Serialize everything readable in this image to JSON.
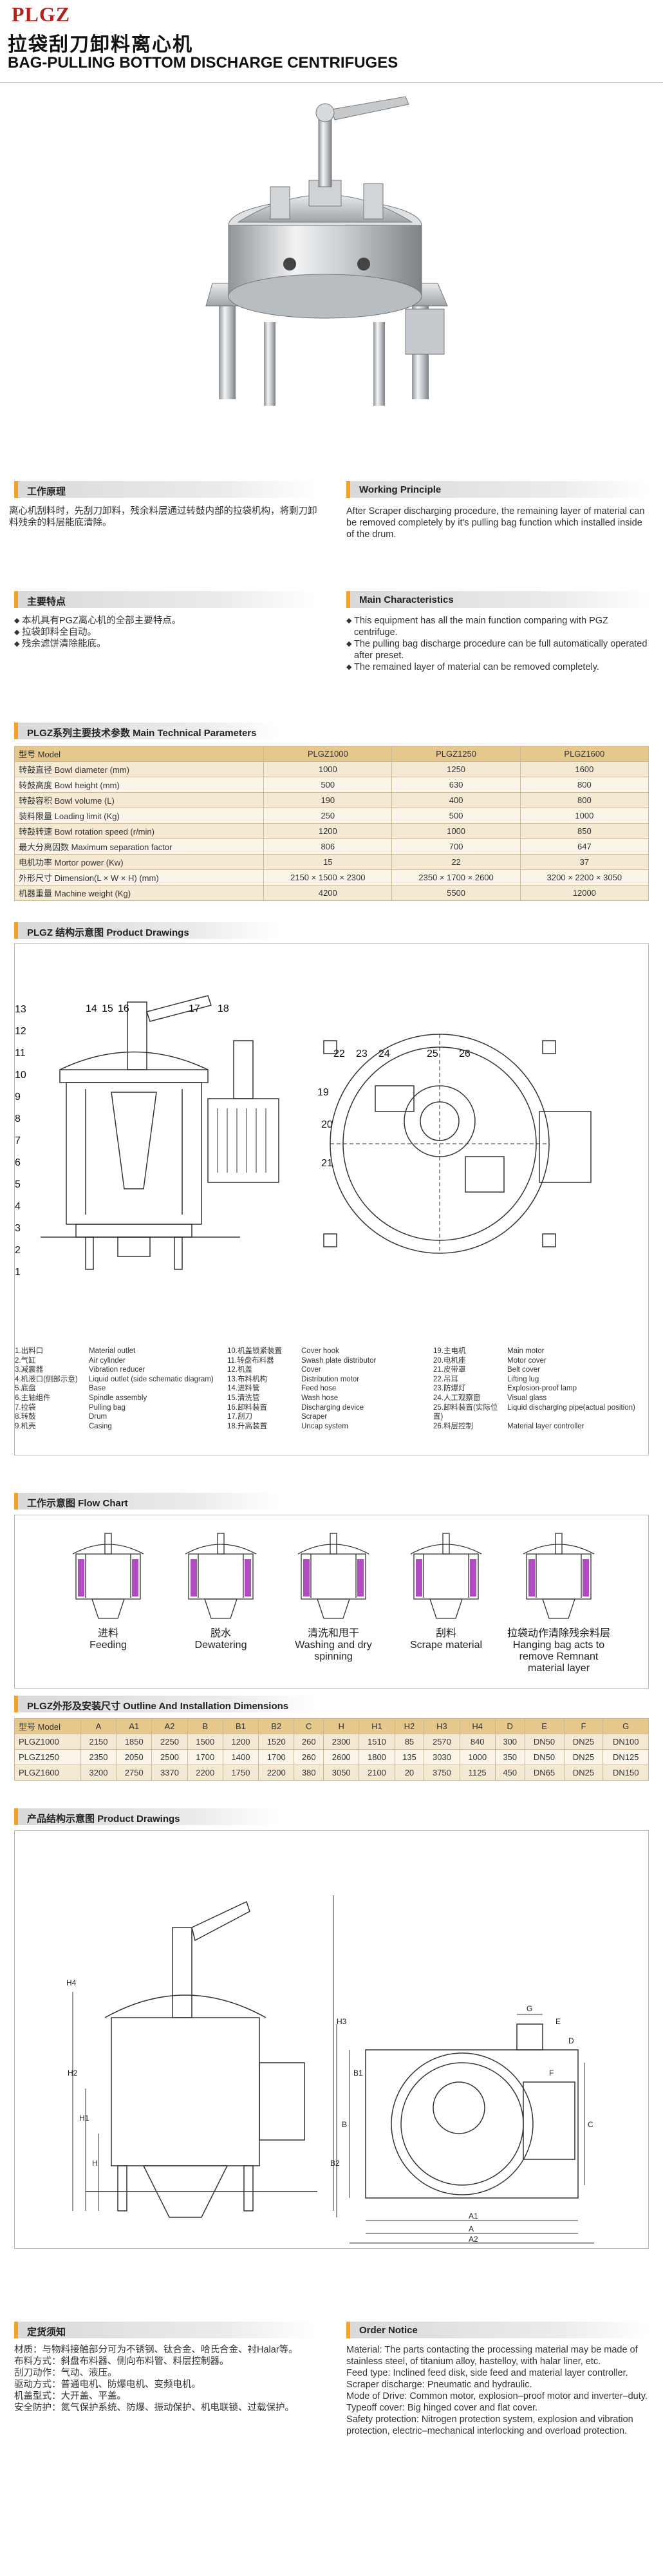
{
  "header": {
    "brand": "PLGZ",
    "title_cn": "拉袋刮刀卸料离心机",
    "title_en": "BAG-PULLING BOTTOM DISCHARGE CENTRIFUGES"
  },
  "colors": {
    "accent": "#f2a22a",
    "brand": "#b3211f",
    "table_header": "#e7c88c"
  },
  "working_principle": {
    "title_cn": "工作原理",
    "title_en": "Working Principle",
    "text_cn": "离心机刮料时，先刮刀卸料，残余料层通过转鼓内部的拉袋机构，将剩刀卸料残余的料层能底清除。",
    "text_en": "After Scraper discharging procedure, the remaining layer of material can be removed completely by it's pulling bag function which installed inside of the drum."
  },
  "main_characteristics": {
    "title_cn": "主要特点",
    "title_en": "Main Characteristics",
    "items_cn": [
      "本机具有PGZ离心机的全部主要特点。",
      "拉袋卸料全自动。",
      "残余滤饼清除能底。"
    ],
    "items_en": [
      "This equipment has all the main function comparing with PGZ centrifuge.",
      "The pulling bag discharge procedure can be full automatically operated after preset.",
      "The remained layer of material can be removed completely."
    ]
  },
  "tech_params": {
    "title": "PLGZ系列主要技术参数 Main Technical Parameters",
    "header": [
      "型号 Model",
      "PLGZ1000",
      "PLGZ1250",
      "PLGZ1600"
    ],
    "rows": [
      [
        "转鼓直径 Bowl diameter (mm)",
        "1000",
        "1250",
        "1600"
      ],
      [
        "转鼓高度 Bowl height (mm)",
        "500",
        "630",
        "800"
      ],
      [
        "转鼓容积 Bowl volume (L)",
        "190",
        "400",
        "800"
      ],
      [
        "装料限量 Loading limit (Kg)",
        "250",
        "500",
        "1000"
      ],
      [
        "转鼓转速 Bowl rotation speed (r/min)",
        "1200",
        "1000",
        "850"
      ],
      [
        "最大分离因数 Maximum separation factor",
        "806",
        "700",
        "647"
      ],
      [
        "电机功率 Mortor power (Kw)",
        "15",
        "22",
        "37"
      ],
      [
        "外形尺寸 Dimension(L × W × H) (mm)",
        "2150 × 1500 × 2300",
        "2350 × 1700 × 2600",
        "3200 × 2200 × 3050"
      ],
      [
        "机器重量 Machine weight (Kg)",
        "4200",
        "5500",
        "12000"
      ]
    ]
  },
  "structure": {
    "title": "PLGZ 结构示意图 Product Drawings",
    "side_numbers": [
      "13",
      "12",
      "11",
      "10",
      "9",
      "8",
      "7",
      "6",
      "5",
      "4",
      "3",
      "2",
      "1"
    ],
    "top_numbers": [
      "14",
      "15",
      "16",
      "17",
      "18"
    ],
    "right_numbers": [
      "19",
      "20",
      "21"
    ],
    "plan_numbers": [
      "22",
      "23",
      "24",
      "25",
      "26"
    ],
    "legend_col1": [
      [
        "1.出料口",
        "Material outlet"
      ],
      [
        "2.气缸",
        "Air cylinder"
      ],
      [
        "3.减震器",
        "Vibration reducer"
      ],
      [
        "4.机液口(侧部示意)",
        "Liquid outlet (side schematic diagram)"
      ],
      [
        "5.底盘",
        "Base"
      ],
      [
        "6.主轴组件",
        "Spindle assembly"
      ],
      [
        "7.拉袋",
        "Pulling bag"
      ],
      [
        "8.转鼓",
        "Drum"
      ],
      [
        "9.机壳",
        "Casing"
      ]
    ],
    "legend_col2": [
      [
        "10.机盖锁紧装置",
        "Cover hook"
      ],
      [
        "11.转盘布料器",
        "Swash plate distributor"
      ],
      [
        "12.机盖",
        "Cover"
      ],
      [
        "13.布料机构",
        "Distribution motor"
      ],
      [
        "14.进料管",
        "Feed hose"
      ],
      [
        "15.清洗管",
        "Wash hose"
      ],
      [
        "16.卸料装置",
        "Discharging device"
      ],
      [
        "17.刮刀",
        "Scraper"
      ],
      [
        "18.升高装置",
        "Uncap system"
      ]
    ],
    "legend_col3": [
      [
        "19.主电机",
        "Main motor"
      ],
      [
        "20.电机座",
        "Motor cover"
      ],
      [
        "21.皮带罩",
        "Belt cover"
      ],
      [
        "22.吊耳",
        "Lifting lug"
      ],
      [
        "23.防爆灯",
        "Explosion-proof lamp"
      ],
      [
        "24.人工观察窗",
        "Visual glass"
      ],
      [
        "25.卸料装置(实际位置)",
        "Liquid discharging pipe(actual position)"
      ],
      [
        "26.料层控制",
        "Material layer controller"
      ]
    ]
  },
  "flow_chart": {
    "title": "工作示意图 Flow Chart",
    "steps": [
      {
        "cn": "进料",
        "en": "Feeding"
      },
      {
        "cn": "脱水",
        "en": "Dewatering"
      },
      {
        "cn": "清洗和甩干",
        "en": "Washing and dry spinning"
      },
      {
        "cn": "刮料",
        "en": "Scrape material"
      },
      {
        "cn": "拉袋动作清除残余料层",
        "en": "Hanging bag acts to remove Remnant material layer"
      }
    ]
  },
  "dimensions": {
    "title": "PLGZ外形及安装尺寸 Outline And Installation Dimensions",
    "header": [
      "型号 Model",
      "A",
      "A1",
      "A2",
      "B",
      "B1",
      "B2",
      "C",
      "H",
      "H1",
      "H2",
      "H3",
      "H4",
      "D",
      "E",
      "F",
      "G"
    ],
    "rows": [
      [
        "PLGZ1000",
        "2150",
        "1850",
        "2250",
        "1500",
        "1200",
        "1520",
        "260",
        "2300",
        "1510",
        "85",
        "2570",
        "840",
        "300",
        "DN50",
        "DN25",
        "DN100"
      ],
      [
        "PLGZ1250",
        "2350",
        "2050",
        "2500",
        "1700",
        "1400",
        "1700",
        "260",
        "2600",
        "1800",
        "135",
        "3030",
        "1000",
        "350",
        "DN50",
        "DN25",
        "DN125"
      ],
      [
        "PLGZ1600",
        "3200",
        "2750",
        "3370",
        "2200",
        "1750",
        "2200",
        "380",
        "3050",
        "2100",
        "20",
        "3750",
        "1125",
        "450",
        "DN65",
        "DN25",
        "DN150"
      ]
    ]
  },
  "product_drawings": {
    "title": "产品结构示意图 Product Drawings",
    "dim_labels": [
      "H4",
      "H3",
      "H2",
      "H1",
      "H",
      "A",
      "A1",
      "A2",
      "B",
      "B1",
      "B2",
      "C",
      "G",
      "E",
      "D",
      "F"
    ]
  },
  "order_notice": {
    "title_cn": "定货须知",
    "title_en": "Order Notice",
    "lines_cn": [
      "材质：与物料接触部分可为不锈钢、钛合金、哈氏合金、衬Halar等。",
      "布料方式：斜盘布料器、侧向布料管、料层控制器。",
      "刮刀动作：气动、液压。",
      "驱动方式：普通电机、防爆电机、变频电机。",
      "机盖型式：大开盖、平盖。",
      "安全防护：氮气保护系统、防爆、振动保护、机电联锁、过载保护。"
    ],
    "lines_en": [
      "Material: The parts contacting the processing material may be made of  stainless steel, of titanium alloy, hastelloy, with halar liner, etc.",
      "Feed type: Inclined feed disk, side feed and material layer controller.",
      "Scraper discharge: Pneumatic and hydraulic.",
      "Mode of Drive: Common motor, explosion–proof motor and inverter–duty.",
      "Typeoff cover: Big hinged cover and flat cover.",
      "Safety protection: Nitrogen protection system, explosion and vibration protection, electric–mechanical interlocking and overload protection."
    ]
  }
}
